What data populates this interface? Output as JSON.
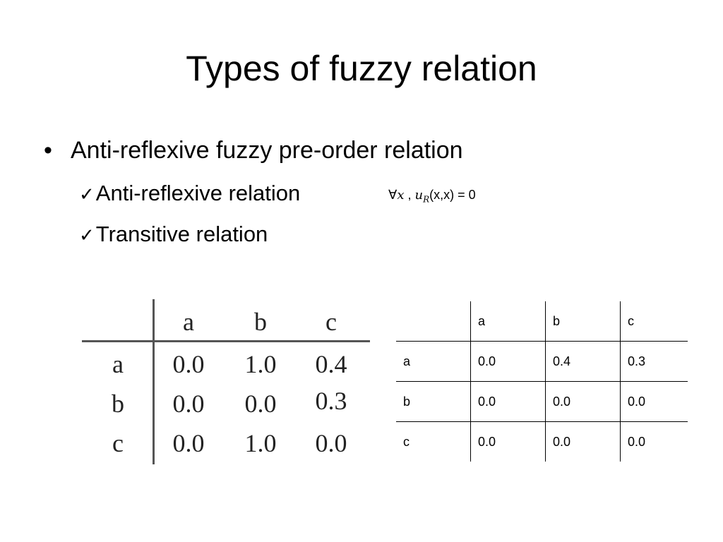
{
  "slide": {
    "title": "Types of fuzzy relation",
    "bullet": "Anti-reflexive fuzzy pre-order relation",
    "bullet_marker": "•",
    "sub_items": [
      "Anti-reflexive relation",
      "Transitive relation"
    ],
    "check_marker": "✓",
    "formula": {
      "forall": "∀",
      "var": "x",
      "sep": " , ",
      "u": "u",
      "u_sub": "R",
      "rest": "(x,x) = 0"
    }
  },
  "left_table": {
    "columns": [
      "a",
      "b",
      "c"
    ],
    "rows": [
      {
        "label": "a",
        "values": [
          "0.0",
          "1.0",
          "0.4"
        ]
      },
      {
        "label": "b",
        "values": [
          "0.0",
          "0.0",
          "0.3"
        ]
      },
      {
        "label": "c",
        "values": [
          "0.0",
          "1.0",
          "0.0"
        ]
      }
    ]
  },
  "right_table": {
    "corner": "",
    "columns": [
      "a",
      "b",
      "c"
    ],
    "rows": [
      {
        "label": "a",
        "values": [
          "0.0",
          "0.4",
          "0.3"
        ]
      },
      {
        "label": "b",
        "values": [
          "0.0",
          "0.0",
          "0.0"
        ]
      },
      {
        "label": "c",
        "values": [
          "0.0",
          "0.0",
          "0.0"
        ]
      }
    ]
  }
}
